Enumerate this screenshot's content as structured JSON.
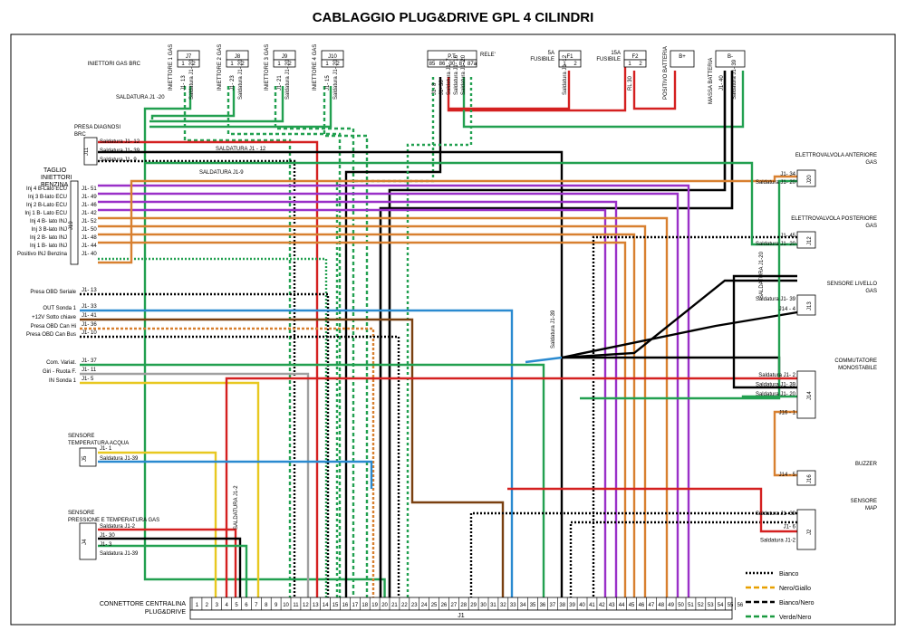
{
  "title": "CABLAGGIO PLUG&DRIVE GPL 4 CILINDRI",
  "top_connectors": {
    "injectors_group_label": "INIETTORI GAS BRC",
    "injectors": [
      {
        "id": "J7",
        "label": "INIETTORE 1 GAS",
        "wires": [
          "J1- 13",
          "Saldatura J1- 20"
        ]
      },
      {
        "id": "J8",
        "label": "INIETTORE 2 GAS",
        "wires": [
          "J1- 23",
          "Saldatura J1- 20"
        ]
      },
      {
        "id": "J9",
        "label": "INIETTORE 3 GAS",
        "wires": [
          "J1- 21",
          "Saldatura J1- 20"
        ]
      },
      {
        "id": "J10",
        "label": "INIETTORE 4 GAS",
        "wires": [
          "J1- 15",
          "Saldatura J1- 20"
        ]
      }
    ],
    "relay": {
      "id": "P.T.",
      "label": "RELE'",
      "pins": [
        "85",
        "86",
        "30",
        "87",
        "87a"
      ],
      "wires": [
        "J1- 8",
        "J1- 38",
        "Saldatura J1- 7",
        "Saldatura J1- 16",
        "Saldatura J1- 20"
      ]
    },
    "fuse_5a": {
      "id": "F1",
      "label": "5A FUSIBILE",
      "pins": [
        "1",
        "2"
      ],
      "wires": [
        "Saldatura J1- 12"
      ]
    },
    "fuse_15a": {
      "id": "F2",
      "label": "15A FUSIBILE",
      "pins": [
        "1",
        "2"
      ],
      "wires": [
        "RL 30"
      ]
    },
    "battery_pos": {
      "id": "B+",
      "label": "POSITIVO BATTERIA"
    },
    "battery_neg": {
      "id": "B-",
      "label": "MASSA BATTERIA",
      "wires": [
        "J1- 40",
        "Saldatura J1- 39"
      ]
    }
  },
  "left": {
    "diag": {
      "label": "PRESA DIAGNOSI BRC",
      "id": "J11",
      "rows": [
        "Saldatura J1- 12",
        "Saldatura J1- 39",
        "Saldatura J1- 9"
      ]
    },
    "cut": {
      "label": "TAGLIO INIETTORI BENZINA",
      "id": "J19",
      "rows": [
        {
          "name": "Inj 4 B-Lato ECU",
          "wire": "J1- 51"
        },
        {
          "name": "Inj 3 B-lato ECU",
          "wire": "J1- 49"
        },
        {
          "name": "Inj 2 B-Lato ECU",
          "wire": "J1- 46"
        },
        {
          "name": "Inj 1 B- Lato ECU",
          "wire": "J1- 42"
        },
        {
          "name": "Inj 4 B- lato INJ",
          "wire": "J1- 52"
        },
        {
          "name": "Inj 3 B-lato INJ",
          "wire": "J1- 50"
        },
        {
          "name": "Inj 2 B- lato INJ",
          "wire": "J1- 48"
        },
        {
          "name": "Inj 1 B- lato INJ",
          "wire": "J1- 44"
        },
        {
          "name": "Positivo INJ Benzina",
          "wire": "J1- 40"
        }
      ]
    },
    "signals": [
      {
        "name": "Presa OBD Seriale",
        "wire": "J1- 13"
      },
      {
        "name": "OUT Sonda 1",
        "wire": "J1- 33"
      },
      {
        "name": "+12V Sotto chiave",
        "wire": "J1- 41"
      },
      {
        "name": "Presa OBD Can Hi",
        "wire": "J1- 36"
      },
      {
        "name": "Presa OBD Can Bus",
        "wire": "J1- 10"
      },
      {
        "name": "Com. Variat.",
        "wire": "J1- 37"
      },
      {
        "name": "Giri - Ruota F.",
        "wire": "J1- 11"
      },
      {
        "name": "IN Sonda 1",
        "wire": "J1- 5"
      }
    ],
    "temp": {
      "label": "SENSORE TEMPERATURA ACQUA",
      "id": "J5",
      "rows": [
        "J1- 1",
        "Saldatura J1-39"
      ]
    },
    "map": {
      "label": "SENSORE PRESSIONE E TEMPERATURA GAS",
      "id": "J4",
      "rows": [
        "Saldatura J1-2",
        "J1- 30",
        "J1- 3",
        "Saldatura J1-39"
      ]
    }
  },
  "right": {
    "ev_front": {
      "label": "ELETTROVALVOLA ANTERIORE GAS",
      "id": "J20",
      "rows": [
        "J1- 34",
        "Saldatura J1- 20"
      ]
    },
    "ev_rear": {
      "label": "ELETTROVALVOLA POSTERIORE GAS",
      "id": "J12",
      "rows": [
        "J1- 45",
        "Saldatura J1- 20"
      ]
    },
    "level": {
      "label": "SENSORE LIVELLO GAS",
      "id": "J13",
      "rows": [
        "Saldatura J1- 39",
        "J14 - 4"
      ]
    },
    "switch": {
      "label": "COMMUTATORE MONOSTABILE",
      "id": "J14",
      "rows": [
        "Saldatura J1- 2",
        "Saldatura J1- 39",
        "Saldatura J1- 20",
        "",
        "J16 - 1"
      ]
    },
    "buzzer": {
      "label": "BUZZER",
      "id": "J16",
      "rows": [
        "J14 - 5"
      ]
    },
    "map_sensor": {
      "label": "SENSORE MAP",
      "id": "J2",
      "rows": [
        "Saldatura J1- 39",
        "J1- 6",
        "Saldatura J1-2"
      ]
    }
  },
  "welds": [
    "SALDATURA J1 -20",
    "SALDATURA J1 - 12",
    "SALDATURA J1-9",
    "SALDATURA J1-2",
    "Saldatura J1-39",
    "SALDATURA J1-20"
  ],
  "bottom": {
    "label1": "CONNETTORE CENTRALINA",
    "label2": "PLUG&DRIVE",
    "connector_id": "J1",
    "pin_count": 56
  },
  "legend": [
    {
      "label": "Bianco",
      "color": "#000000",
      "style": "dot"
    },
    {
      "label": "Nero/Giallo",
      "color": "#e8a000",
      "style": "dash2"
    },
    {
      "label": "Bianco/Nero",
      "color": "#000000",
      "style": "dash"
    },
    {
      "label": "Verde/Nero",
      "color": "#1a9a40",
      "style": "dash2"
    }
  ],
  "colors": {
    "red": "#d42020",
    "black": "#000000",
    "green": "#22a050",
    "purple": "#9a30c8",
    "orange": "#d88030",
    "blue": "#2a8ad0",
    "yellow": "#e8c820",
    "brown": "#7a4010",
    "gray": "#a0a0a0",
    "white": "#ffffff"
  }
}
